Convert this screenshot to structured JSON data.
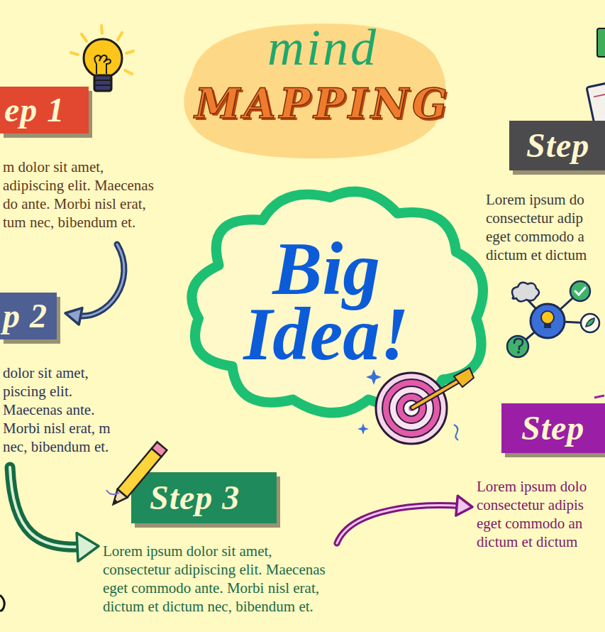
{
  "diagram": {
    "nodes": [
      {
        "text": [
          "mind",
          "MAPPING"
        ]
      },
      {
        "text": [
          "ep 1",
          "m dolor sit amet, adipiscing elit. Maecenas do ante. Morbi nisl erat, tum nec, bibendum et."
        ]
      },
      {
        "text": [
          "Step",
          "Lorem ipsum do consectetur adip eget commodo a dictum et dictum"
        ]
      },
      {
        "text": [
          "Big Idea!"
        ]
      },
      {
        "text": [
          "p 2",
          "dolor sit amet, piscing elit. Maecenas ante. Morbi nisl erat, m nec, bibendum et."
        ]
      },
      {
        "text": [
          "Step",
          "Lorem ipsum dolo consectetur adipis eget commodo an dictum et dictum"
        ]
      },
      {
        "text": [
          "Step 3",
          "Lorem ipsum dolor sit amet, consectetur adipiscing elit. Maecenas eget commodo ante. Morbi nisl erat, dictum et dictum nec, bibendum et."
        ]
      }
    ],
    "edges": [
      {
        "from": 1,
        "to": 4,
        "arrow": "to"
      },
      {
        "from": 4,
        "to": 6,
        "arrow": "to"
      },
      {
        "from": 6,
        "to": 5,
        "arrow": "to"
      }
    ]
  }
}
